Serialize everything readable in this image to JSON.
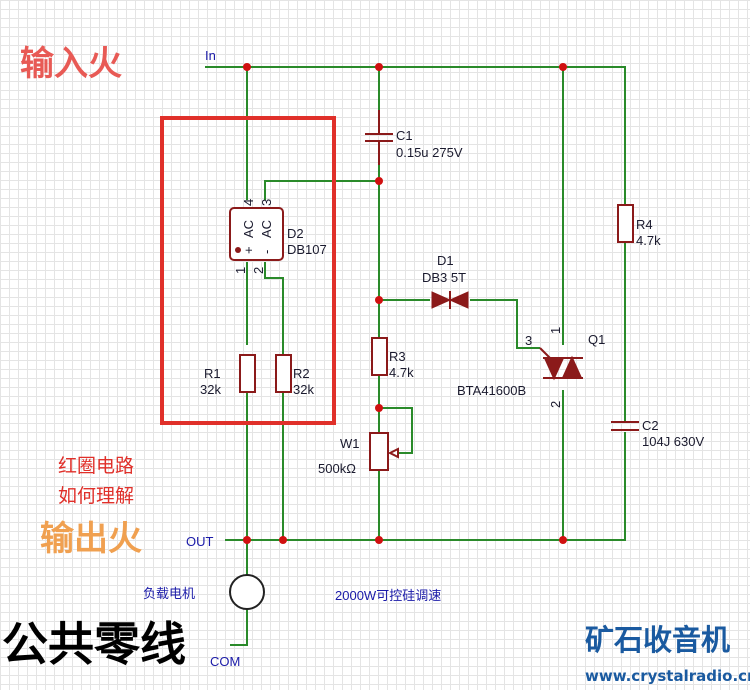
{
  "annotations": {
    "input_live": "输入火",
    "output_live": "输出火",
    "question_line1": "红圈电路",
    "question_line2": "如何理解",
    "common_neutral": "公共零线",
    "title": "2000W可控硅调速",
    "load_motor": "负载电机"
  },
  "nets": {
    "in": "In",
    "out": "OUT",
    "com": "COM"
  },
  "components": {
    "c1": {
      "ref": "C1",
      "value": "0.15u 275V"
    },
    "d2": {
      "ref": "D2",
      "value": "DB107",
      "pin_ac1": "AC",
      "pin_ac2": "AC",
      "pin_plus": "+",
      "pin_minus": "-",
      "pins": [
        "1",
        "2",
        "3",
        "4"
      ]
    },
    "r1": {
      "ref": "R1",
      "value": "32k"
    },
    "r2": {
      "ref": "R2",
      "value": "32k"
    },
    "d1": {
      "ref": "D1",
      "value": "DB3 5T"
    },
    "r3": {
      "ref": "R3",
      "value": "4.7k"
    },
    "w1": {
      "ref": "W1",
      "value": "500kΩ"
    },
    "q1": {
      "ref": "Q1",
      "value": "BTA41600B",
      "pin1": "1",
      "pin2": "2",
      "pin3": "3"
    },
    "r4": {
      "ref": "R4",
      "value": "4.7k"
    },
    "c2": {
      "ref": "C2",
      "value": "104J 630V"
    }
  },
  "watermark": {
    "name": "矿石收音机",
    "url": "www.crystalradio.cn"
  },
  "colors": {
    "wire": "#2a8a2a",
    "component": "#8b1a1a",
    "highlight": "#e0302a",
    "net_label": "#1a1aa8"
  }
}
